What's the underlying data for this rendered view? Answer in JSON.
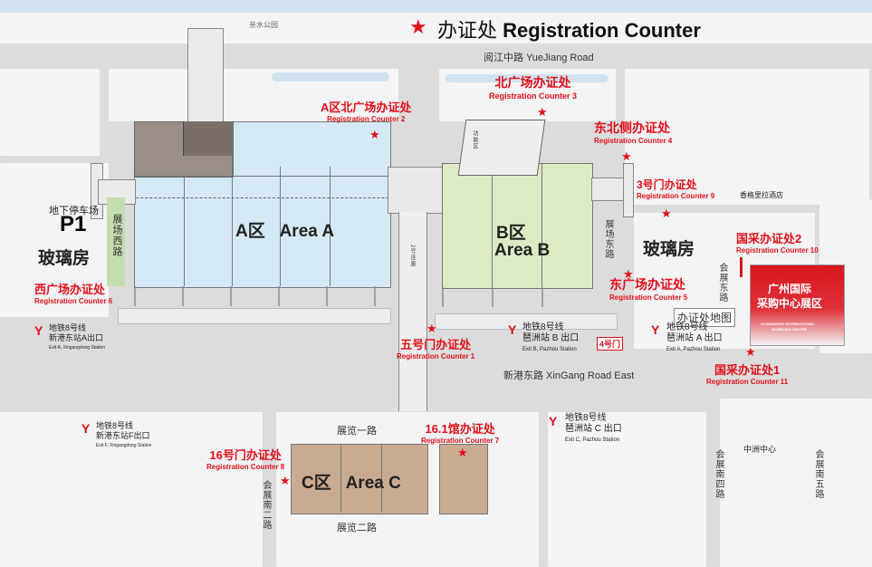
{
  "header": {
    "title_cn": "办证处",
    "title_en": "Registration Counter"
  },
  "roads": {
    "park": "亲水公园",
    "yuejiang": "阅江中路  YueJiang Road",
    "xingang": "新港东路  XinGang Road East",
    "exhibition_1st": "展览一路",
    "exhibition_2nd": "展览二路",
    "huizhan_east": "展场东路",
    "huizhan_west": "展场西路",
    "huizhan_e_rd": "会展东路",
    "huizhan_s2": "会展南二路",
    "huizhan_s4": "会展南四路",
    "huizhan_s5": "会展南五路",
    "zhongzhou": "中洲中心",
    "shangri_la": "香格里拉酒店",
    "corridor": "2号连廊",
    "function_zone": "功能区"
  },
  "areas": {
    "a": {
      "cn": "A区",
      "en": "Area A"
    },
    "b_cn": "B区",
    "b_en": "Area B",
    "c": {
      "cn": "C区",
      "en": "Area C"
    }
  },
  "parking": {
    "label": "地下停车场",
    "code": "P1"
  },
  "glasshouse": {
    "west": "玻璃房",
    "east": "玻璃房"
  },
  "gisc": {
    "line1": "广州国际",
    "line2": "采购中心展区",
    "en1": "GUANGZHOU INTERNATIONAL",
    "en2": "SOURCING CENTRE"
  },
  "tooltip": "办证处地图",
  "gate4": "4号门",
  "counters": [
    {
      "cn": "A区北广场办证处",
      "en": "Registration Counter 2"
    },
    {
      "cn": "北广场办证处",
      "en": "Registration Counter 3"
    },
    {
      "cn": "东北侧办证处",
      "en": "Registration Counter 4"
    },
    {
      "cn": "3号门办证处",
      "en": "Registration Counter 9"
    },
    {
      "cn": "国采办证处2",
      "en": "Registration Counter 10"
    },
    {
      "cn": "东广场办证处",
      "en": "Registration Counter 5"
    },
    {
      "cn": "西广场办证处",
      "en": "Registration Counter 6"
    },
    {
      "cn": "五号门办证处",
      "en": "Registration Counter 1"
    },
    {
      "cn": "国采办证处1",
      "en": "Registration Counter 11"
    },
    {
      "cn": "16号门办证处",
      "en": "Registration Counter 8"
    },
    {
      "cn": "16.1馆办证处",
      "en": "Registration Counter 7"
    }
  ],
  "metro": [
    {
      "line": "地铁8号线",
      "name": "新港东站A出口",
      "en": "Exit A, Xingangdong Station"
    },
    {
      "line": "地铁8号线",
      "name": "琶洲站 B 出口",
      "en": "Exit B, Pazhou Station"
    },
    {
      "line": "地铁8号线",
      "name": "琶洲站 A 出口",
      "en": "Exit A, Pazhou Station"
    },
    {
      "line": "地铁8号线",
      "name": "新港东站F出口",
      "en": "Exit F, Xingangdong Station"
    },
    {
      "line": "地铁8号线",
      "name": "琶洲站 C 出口",
      "en": "Exit C, Pazhou Station"
    }
  ],
  "colors": {
    "counter_red": "#e1101a",
    "area_a_blue": "#d5e8f6",
    "area_b_green": "#dcebc4",
    "area_c_tan": "#c9ab92",
    "gisc_red": "#d8161d"
  },
  "icons": {
    "star": "star-icon",
    "metro": "metro-icon"
  }
}
